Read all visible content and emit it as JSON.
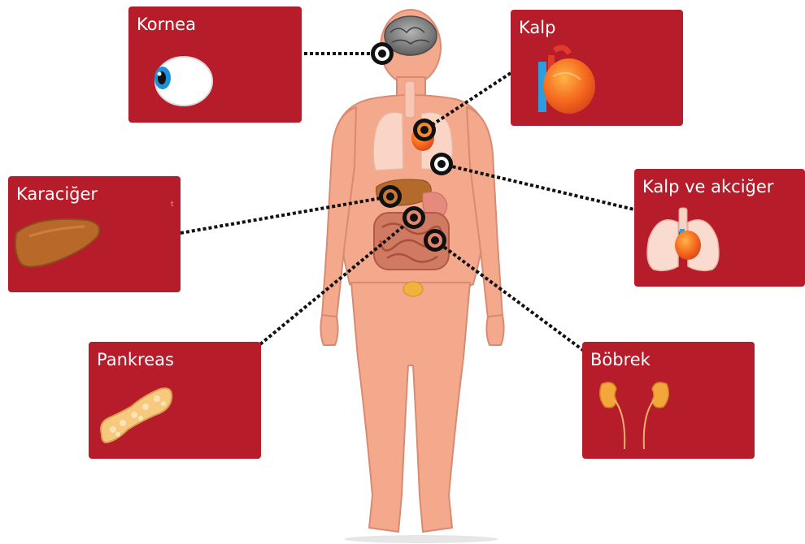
{
  "organs": {
    "kornea": "Kornea",
    "kalp": "Kalp",
    "karaciger": "Karaciğer",
    "kalp_akciger": "Kalp ve akciğer",
    "pankreas": "Pankreas",
    "bobrek": "Böbrek",
    "stray_mark": "t"
  },
  "colors": {
    "card": "#b71c2b",
    "connector": "#111111",
    "body_skin": "#f4a98c"
  }
}
